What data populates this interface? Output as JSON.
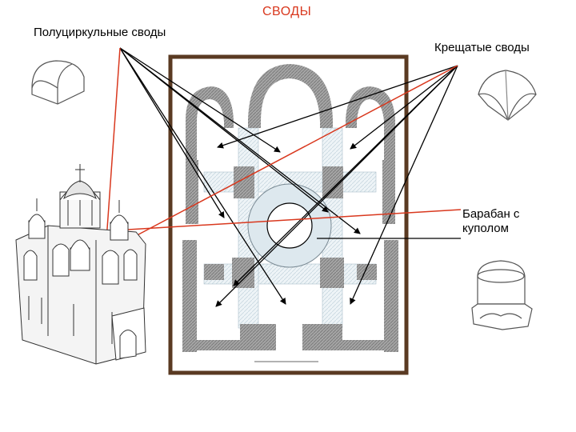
{
  "title": "СВОДЫ",
  "labels": {
    "semicircular": "Полуциркульные своды",
    "cross": "Крещатые своды",
    "drum_line1": "Барабан с",
    "drum_line2": "куполом"
  },
  "colors": {
    "title": "#d9381e",
    "red_arrow": "#d9381e",
    "frame": "#5a3a22",
    "wall_hatch": "#8e8e8e",
    "vault_fill": "#dde8ee"
  },
  "icons": {
    "semicircular_vault": "barrel-vault-icon",
    "cross_vault": "cross-vault-icon",
    "drum_dome": "drum-dome-icon",
    "cathedral": "cathedral-drawing"
  }
}
